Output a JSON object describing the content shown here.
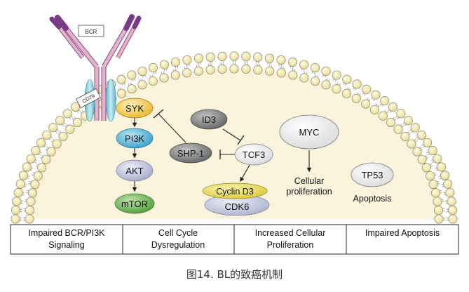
{
  "receptor": {
    "bcr_label": "BCR",
    "cd79_label": "CD79"
  },
  "nodes": {
    "syk": "SYK",
    "pi3k": "PI3K",
    "akt": "AKT",
    "mtor": "mTOR",
    "shp1": "SHP-1",
    "id3": "ID3",
    "tcf3": "TCF3",
    "cyclin_d3": "Cyclin D3",
    "cdk6": "CDK6",
    "myc": "MYC",
    "tp53": "TP53"
  },
  "outcomes": {
    "myc_line1": "Cellular",
    "myc_line2": "proliferation",
    "tp53_outcome": "Apoptosis"
  },
  "categories": [
    {
      "line1": "Impaired BCR/PI3K",
      "line2": "Signaling"
    },
    {
      "line1": "Cell Cycle",
      "line2": "Dysregulation"
    },
    {
      "line1": "Increased Cellular",
      "line2": "Proliferation"
    },
    {
      "line1": "Impaired Apoptosis",
      "line2": ""
    }
  ],
  "caption": "图14. BL的致癌机制",
  "colors": {
    "cytoplasm": "#fcf3dc",
    "lipid_head": "#f6edb4",
    "syk": "#f1c84a",
    "pi3k": "#5bb9d6",
    "akt": "#b9bdd6",
    "mtor": "#72b85b",
    "shp1": "#7d7d7d",
    "id3": "#7d7d7d",
    "cyclin_d3": "#eedc55",
    "cdk6": "#b9bdd6",
    "bcr_chain": "#d8a1c4",
    "bcr_tip": "#7a3b86",
    "cd79": "#8fd0df"
  }
}
